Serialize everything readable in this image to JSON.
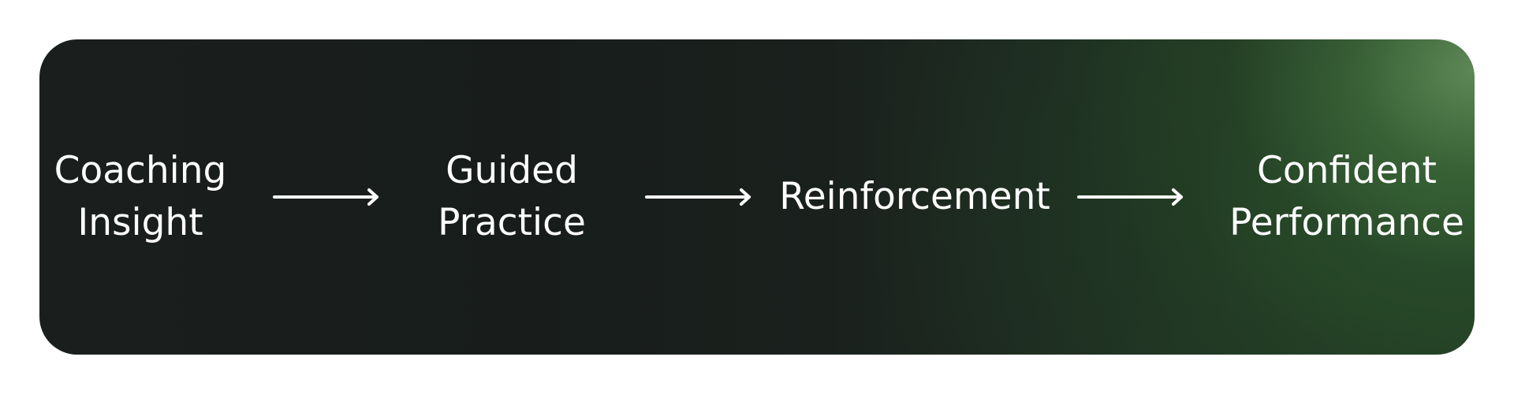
{
  "diagram": {
    "steps": [
      {
        "lines": [
          "Coaching",
          "Insight"
        ]
      },
      {
        "lines": [
          "Guided",
          "Practice"
        ]
      },
      {
        "lines": [
          "Reinforcement"
        ]
      },
      {
        "lines": [
          "Confident",
          "Performance"
        ]
      }
    ]
  },
  "colors": {
    "panel_dark": "#1a1f1d",
    "panel_green": "#4f7a48",
    "text": "#ffffff",
    "arrow": "#ffffff",
    "background": "#ffffff"
  },
  "icons": {
    "connector": "right-arrow-icon"
  }
}
